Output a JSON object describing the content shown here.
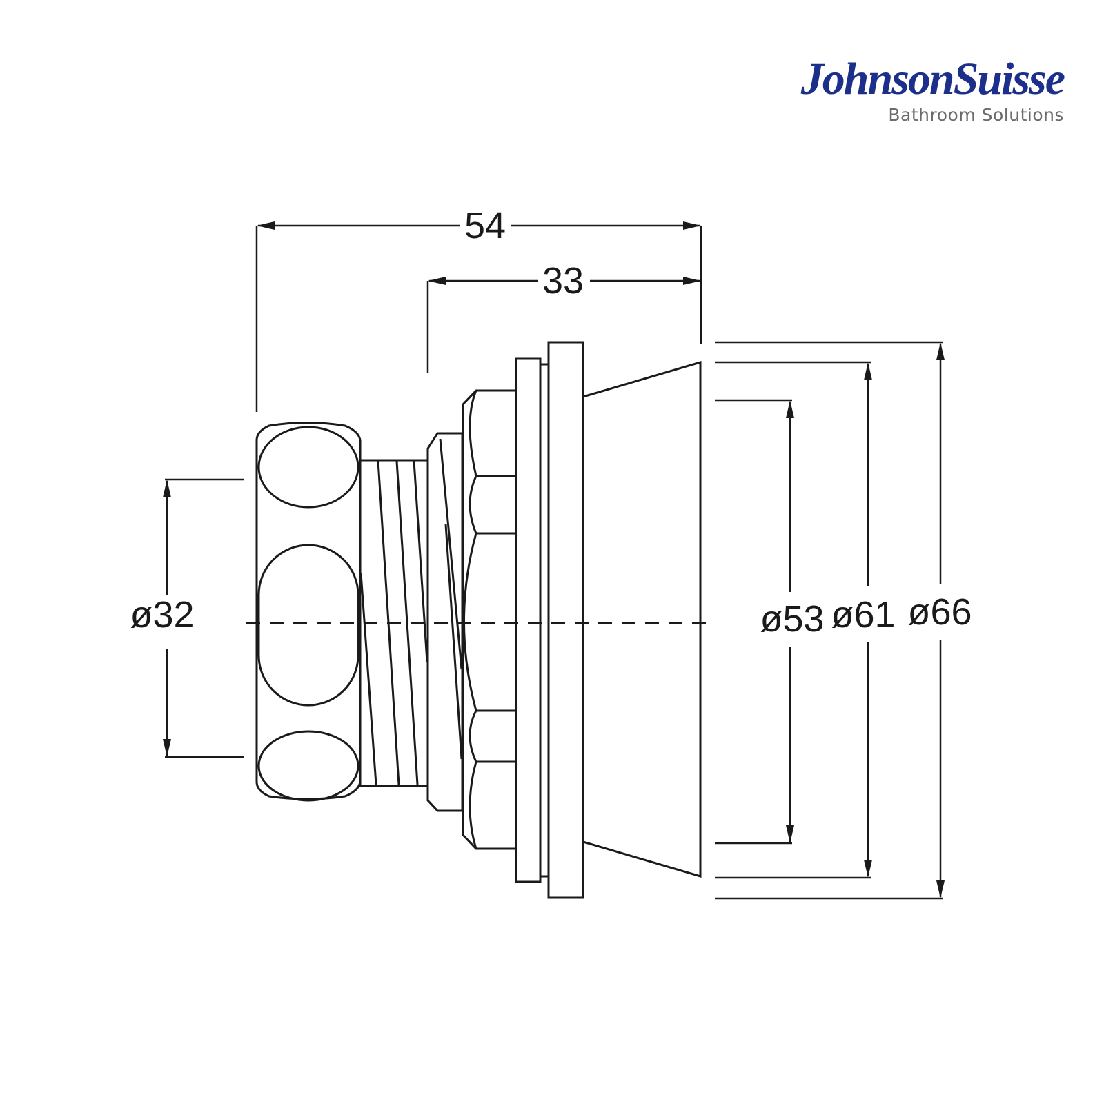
{
  "logo": {
    "brand": "JohnsonSuisse",
    "tagline": "Bathroom Solutions",
    "brand_color": "#1c2f8a",
    "tagline_color": "#6b6b6b"
  },
  "dimensions": {
    "overall_length": "54",
    "body_length": "33",
    "inlet_diameter": "ø32",
    "dia_a": "ø53",
    "dia_b": "ø61",
    "dia_c": "ø66"
  },
  "colors": {
    "line": "#1a1a1a",
    "background": "#ffffff"
  }
}
